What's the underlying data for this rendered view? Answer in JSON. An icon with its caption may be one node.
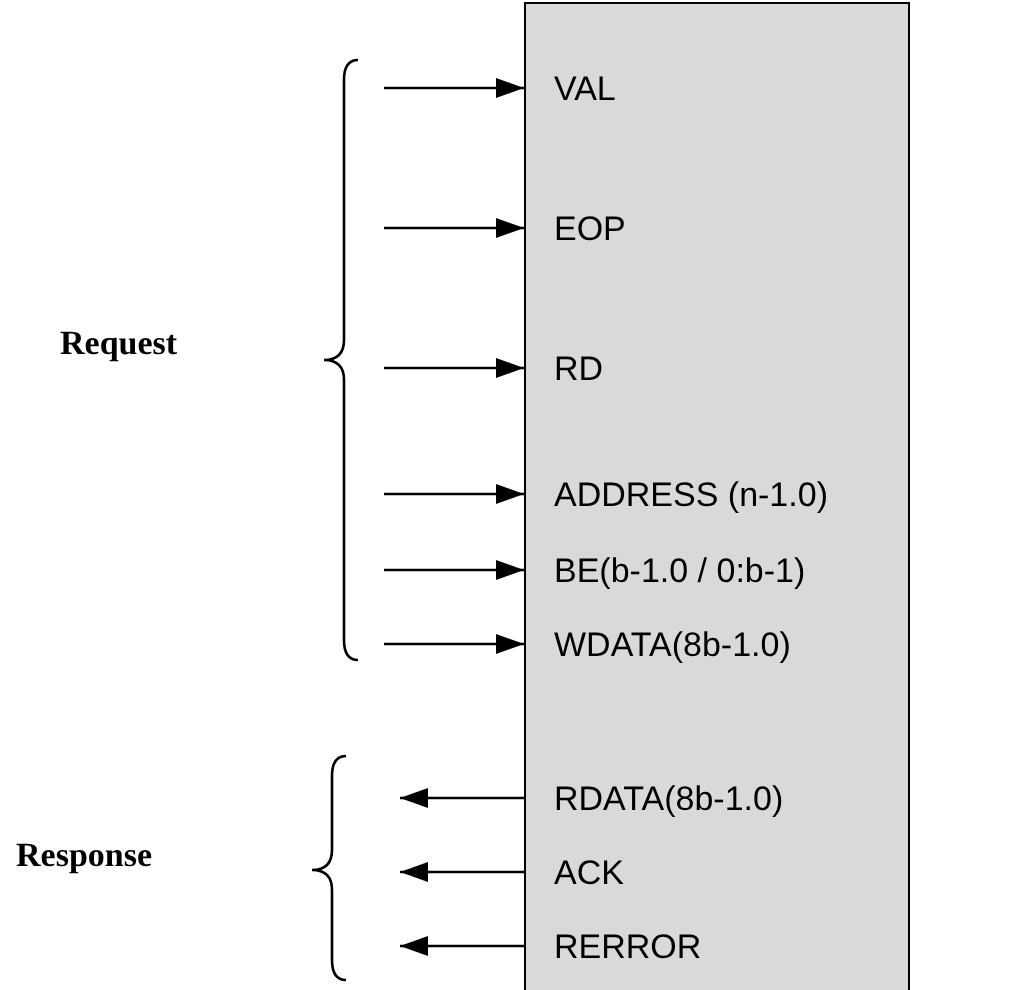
{
  "diagram": {
    "nodes": [
      {
        "text": [],
        "shape": "box"
      },
      {
        "text": [
          "VAL"
        ],
        "in": 0
      },
      {
        "text": [
          "EOP"
        ],
        "in": 0
      },
      {
        "text": [
          "RD"
        ],
        "in": 0
      },
      {
        "text": [
          "ADDRESS (n-1.0)"
        ],
        "in": 0
      },
      {
        "text": [
          "BE(b-1.0 / 0:b-1)"
        ],
        "in": 0
      },
      {
        "text": [
          "WDATA(8b-1.0)"
        ],
        "in": 0
      },
      {
        "text": [
          "RDATA(8b-1.0)"
        ],
        "in": 0
      },
      {
        "text": [
          "ACK"
        ],
        "in": 0
      },
      {
        "text": [
          "RERROR"
        ],
        "in": 0
      }
    ],
    "edges": [
      {
        "from": null,
        "to": 1,
        "arrow": "to"
      },
      {
        "from": null,
        "to": 2,
        "arrow": "to"
      },
      {
        "from": null,
        "to": 3,
        "arrow": "to"
      },
      {
        "from": null,
        "to": 4,
        "arrow": "to"
      },
      {
        "from": null,
        "to": 5,
        "arrow": "to"
      },
      {
        "from": null,
        "to": 6,
        "arrow": "to"
      },
      {
        "from": 7,
        "to": null,
        "arrow": "to"
      },
      {
        "from": 8,
        "to": null,
        "arrow": "to"
      },
      {
        "from": 9,
        "to": null,
        "arrow": "to"
      }
    ],
    "labels": [
      "Request",
      "Response"
    ]
  }
}
